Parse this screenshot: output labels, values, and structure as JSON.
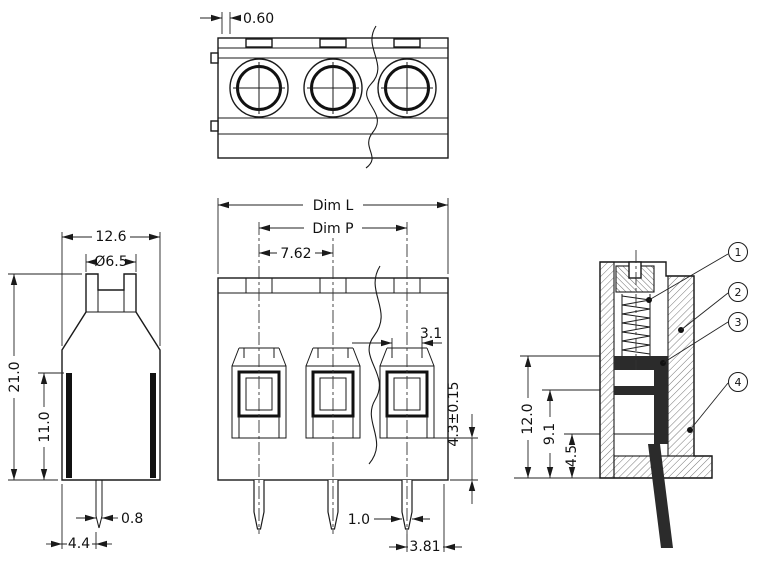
{
  "drawing": {
    "views": {
      "top": {
        "dims": {
          "tab": "0.60"
        }
      },
      "side": {
        "dims": {
          "width": "12.6",
          "hole_dia": "Ø6.5",
          "height": "21.0",
          "body_height": "11.0",
          "pin_width": "0.8",
          "pin_offset": "4.4"
        }
      },
      "front": {
        "dims": {
          "length": "Dim L",
          "pitch_label": "Dim P",
          "pitch": "7.62",
          "opening": "3.1",
          "pin_length": "4.3±0.15",
          "pin_width": "1.0",
          "pin_spacing": "3.81"
        }
      },
      "section": {
        "dims": {
          "h_total": "12.0",
          "h_mid": "9.1",
          "h_low": "4.5"
        },
        "callouts": [
          {
            "num": "1"
          },
          {
            "num": "2"
          },
          {
            "num": "3"
          },
          {
            "num": "4"
          }
        ]
      }
    }
  }
}
